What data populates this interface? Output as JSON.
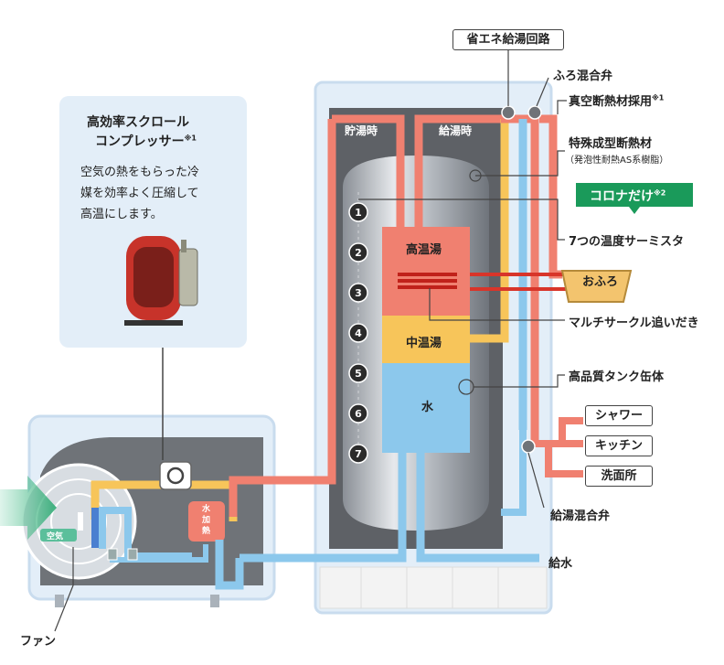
{
  "labels": {
    "top_circuit": "省エネ給湯回路",
    "bath_valve": "ふろ混合弁",
    "vacuum": "真空断熱材採用",
    "vacuum_note": "※1",
    "special_insulation": "特殊成型断熱材",
    "special_insulation_sub": "（発泡性耐熱AS系樹脂）",
    "corona_only": "コロナだけ",
    "corona_note": "※2",
    "thermistor": "7つの温度サーミスタ",
    "bath": "おふろ",
    "multi_circle": "マルチサークル追いだき",
    "tank": "高品質タンク缶体",
    "shower": "シャワー",
    "kitchen": "キッチン",
    "washroom": "洗面所",
    "supply_mix_valve": "給湯混合弁",
    "water_supply": "給水",
    "fan": "ファン",
    "air": "空気",
    "water_heater": "水加熱",
    "storing": "貯湯時",
    "supplying": "給湯時",
    "high_temp": "高温湯",
    "mid_temp": "中温湯",
    "water": "水"
  },
  "compressor": {
    "title_line1": "高効率スクロール",
    "title_line2": "コンプレッサー",
    "title_note": "※1",
    "desc_line1": "空気の熱をもらった冷",
    "desc_line2": "媒を効率よく圧縮して",
    "desc_line3": "高温にします。"
  },
  "sensors": [
    "1",
    "2",
    "3",
    "4",
    "5",
    "6",
    "7"
  ],
  "colors": {
    "hot": "#f08070",
    "hot_dark": "#d8352a",
    "warm": "#f7c55a",
    "cold": "#8cc8ec",
    "panel": "#e3eef8",
    "panel_border": "#c9dcee",
    "green": "#1a9a5a"
  }
}
